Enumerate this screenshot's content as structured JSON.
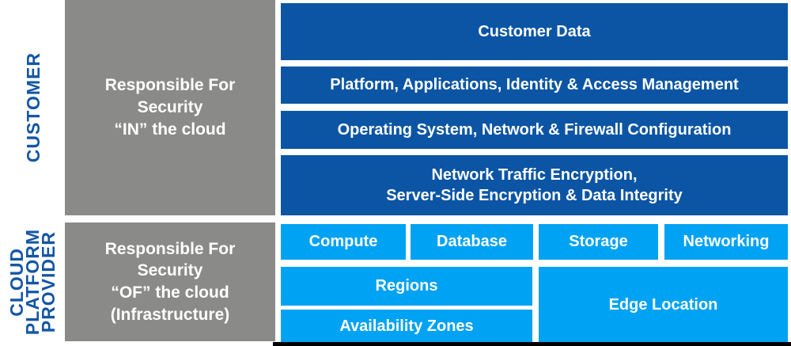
{
  "colors": {
    "customer_dark_blue": "#0b55a4",
    "provider_light_blue": "#00a2f3",
    "responsibility_gray": "#8a8a88",
    "rail_label_blue": "#1456a3",
    "box_text": "#ffffff",
    "bottom_bar": "#000000"
  },
  "left_rail": {
    "customer_label": "CUSTOMER",
    "provider_label_lines": [
      "CLOUD",
      "PLATFORM",
      "PROVIDER"
    ],
    "customer_responsibility": {
      "lines": [
        "Responsible For",
        "Security",
        "“IN” the cloud"
      ]
    },
    "provider_responsibility": {
      "lines": [
        "Responsible For",
        "Security",
        "“OF” the cloud",
        "(Infrastructure)"
      ]
    }
  },
  "customer_stack": {
    "rows": [
      {
        "label": "Customer Data"
      },
      {
        "label": "Platform, Applications, Identity & Access Management"
      },
      {
        "label": "Operating System, Network & Firewall Configuration"
      },
      {
        "lines": [
          "Network Traffic Encryption,",
          "Server-Side Encryption & Data Integrity"
        ]
      }
    ]
  },
  "provider_grid": {
    "services": [
      "Compute",
      "Database",
      "Storage",
      "Networking"
    ],
    "regions_label": "Regions",
    "availability_zones_label": "Availability Zones",
    "edge_location_label": "Edge Location"
  }
}
